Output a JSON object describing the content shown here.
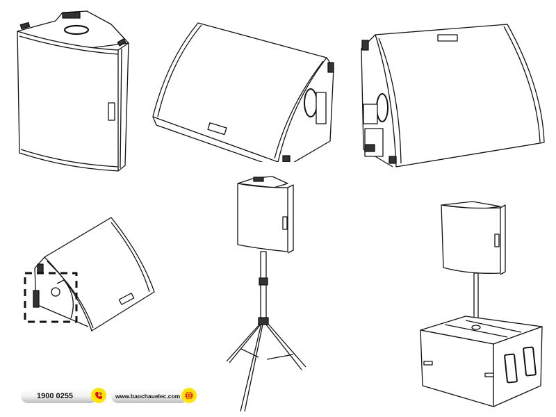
{
  "figures": [
    {
      "id": "front-vertical",
      "description": "Loudspeaker front view, vertical orientation"
    },
    {
      "id": "monitor-front",
      "description": "Floor monitor wedge, front-angle view"
    },
    {
      "id": "monitor-rear",
      "description": "Floor monitor wedge, rear/side view"
    },
    {
      "id": "monitor-detail",
      "description": "Floor monitor with dashed highlight on side panel mounting"
    },
    {
      "id": "tripod-stand",
      "description": "Loudspeaker mounted on tripod stand"
    },
    {
      "id": "subwoofer-pole",
      "description": "Loudspeaker on pole mounted atop subwoofer"
    }
  ],
  "contact": {
    "phone": "1900 0255",
    "website": "www.baochauelec.com",
    "phone_icon": "phone-icon",
    "web_icon": "globe-icon",
    "accent_color": "#ffe400",
    "icon_color": "#e8001c"
  }
}
